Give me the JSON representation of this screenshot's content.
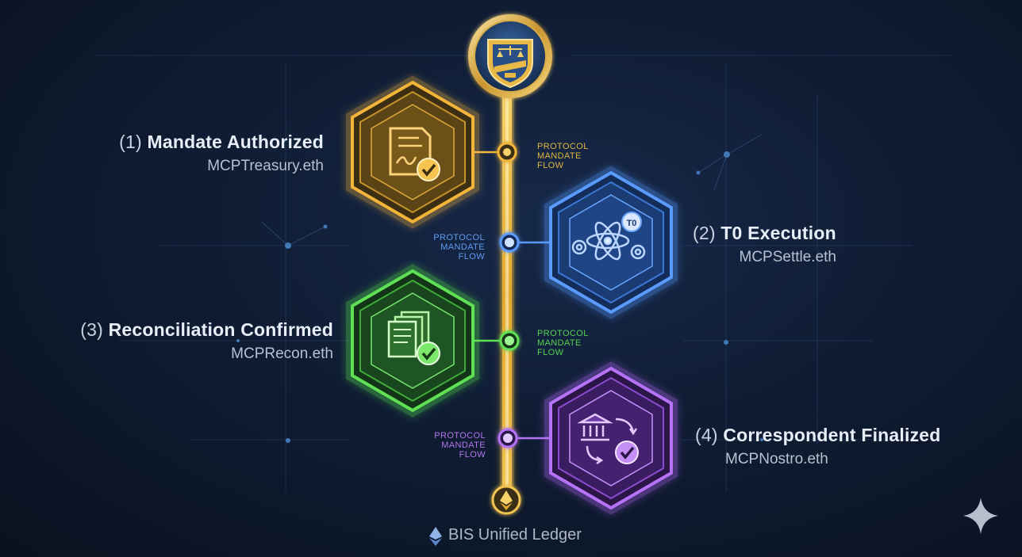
{
  "nodes": [
    {
      "number": "(1)",
      "title": "Mandate Authorized",
      "subtitle": "MCPTreasury.eth",
      "color": "#f2b53a",
      "icon": "signed-document-icon"
    },
    {
      "number": "(2)",
      "title": "T0 Execution",
      "subtitle": "MCPSettle.eth",
      "color": "#4f8ff0",
      "icon": "atom-gears-icon",
      "badge": "T0"
    },
    {
      "number": "(3)",
      "title": "Reconciliation Confirmed",
      "subtitle": "MCPRecon.eth",
      "color": "#4fd14a",
      "icon": "ledger-check-icon"
    },
    {
      "number": "(4)",
      "title": "Correspondent Finalized",
      "subtitle": "MCPNostro.eth",
      "color": "#a65ee8",
      "icon": "bank-cycle-icon"
    }
  ],
  "flow_labels": [
    {
      "line1": "PROTOCOL",
      "line2": "MANDATE",
      "line3": "FLOW",
      "color": "#e0b53c"
    },
    {
      "line1": "PROTOCOL",
      "line2": "MANDATE",
      "line3": "FLOW",
      "color": "#5f9cf2"
    },
    {
      "line1": "PROTOCOL",
      "line2": "MANDATE",
      "line3": "FLOW",
      "color": "#55d24e"
    },
    {
      "line1": "PROTOCOL",
      "line2": "MANDATE",
      "line3": "FLOW",
      "color": "#b277ec"
    }
  ],
  "header_emblem": "shield-scales-emblem-icon",
  "footer": {
    "label": "BIS Unified Ledger",
    "icon": "ethereum-icon"
  },
  "corner_icon": "sparkle-icon"
}
